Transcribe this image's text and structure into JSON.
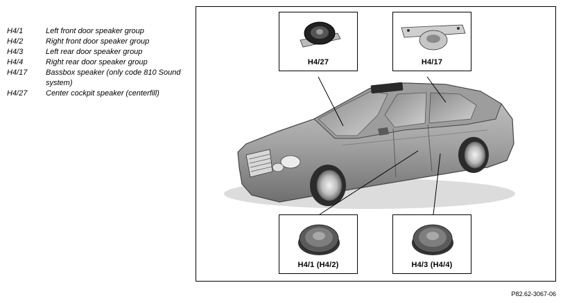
{
  "legend": [
    {
      "code": "H4/1",
      "desc": "Left front door speaker group"
    },
    {
      "code": "H4/2",
      "desc": "Right front door speaker group"
    },
    {
      "code": "H4/3",
      "desc": "Left rear door speaker group"
    },
    {
      "code": "H4/4",
      "desc": "Right rear door speaker group"
    },
    {
      "code": "H4/17",
      "desc": "Bassbox speaker (only code 810 Sound system)"
    },
    {
      "code": "H4/27",
      "desc": "Center cockpit speaker (centerfill)"
    }
  ],
  "callouts": {
    "center": "H4/27",
    "bassbox": "H4/17",
    "front_door": "H4/1  (H4/2)",
    "rear_door": "H4/3  (H4/4)"
  },
  "figure_id": "P82.62-3067-06"
}
